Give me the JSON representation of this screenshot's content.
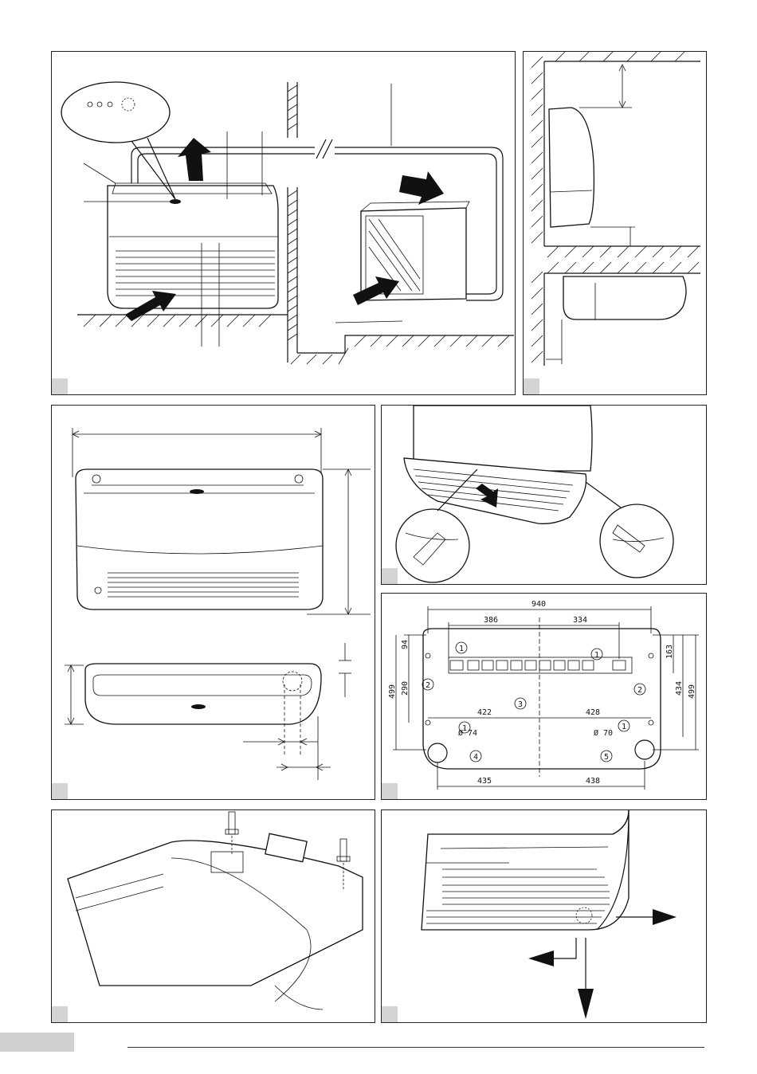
{
  "page": {
    "background": "#ffffff",
    "tab_color": "#d0d0d0"
  },
  "fig5": {
    "dims": {
      "total_width": "940",
      "upper_left": "386",
      "upper_right": "334",
      "middle_left": "422",
      "middle_right": "428",
      "bottom_left": "435",
      "bottom_right": "438",
      "left_94": "94",
      "left_290": "290",
      "left_499": "499",
      "right_163": "163",
      "right_434": "434",
      "right_499": "499",
      "hole_left": "Ø 74",
      "hole_right": "Ø 70"
    },
    "callouts": [
      "1",
      "2",
      "3",
      "4",
      "5"
    ]
  },
  "icons": [
    "outdoor-unit-icon",
    "indoor-unit-icon",
    "airflow-arrow-icon",
    "wall-hatch-icon",
    "screw-icon",
    "drain-pipe-icon"
  ]
}
